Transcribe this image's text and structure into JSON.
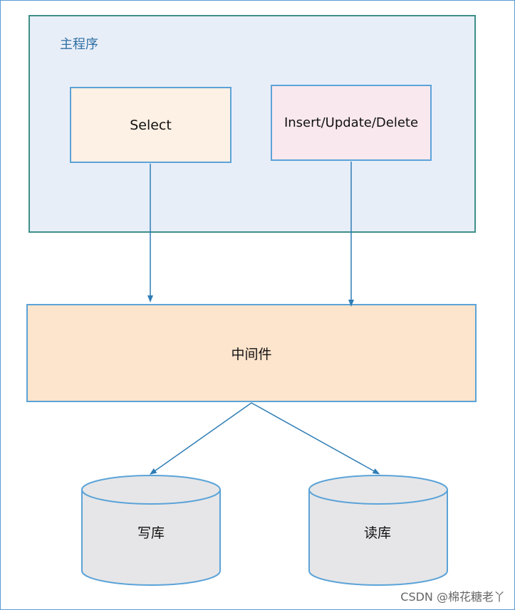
{
  "main_program": {
    "label": "主程序"
  },
  "select_node": {
    "label": "Select"
  },
  "write_ops_node": {
    "label": "Insert/Update/Delete"
  },
  "middleware_node": {
    "label": "中间件"
  },
  "write_db": {
    "label": "写库"
  },
  "read_db": {
    "label": "读库"
  },
  "watermark": {
    "text": "CSDN @棉花糖老丫"
  },
  "colors": {
    "main_fill": "#e8eef8",
    "main_border": "#3f8f88",
    "select_fill": "#fdf0e4",
    "write_ops_fill": "#f9e8ee",
    "middleware_fill": "#fde4cc",
    "db_fill": "#e6e6e8",
    "stroke": "#5ba3d8",
    "arrow": "#2f7db5"
  }
}
